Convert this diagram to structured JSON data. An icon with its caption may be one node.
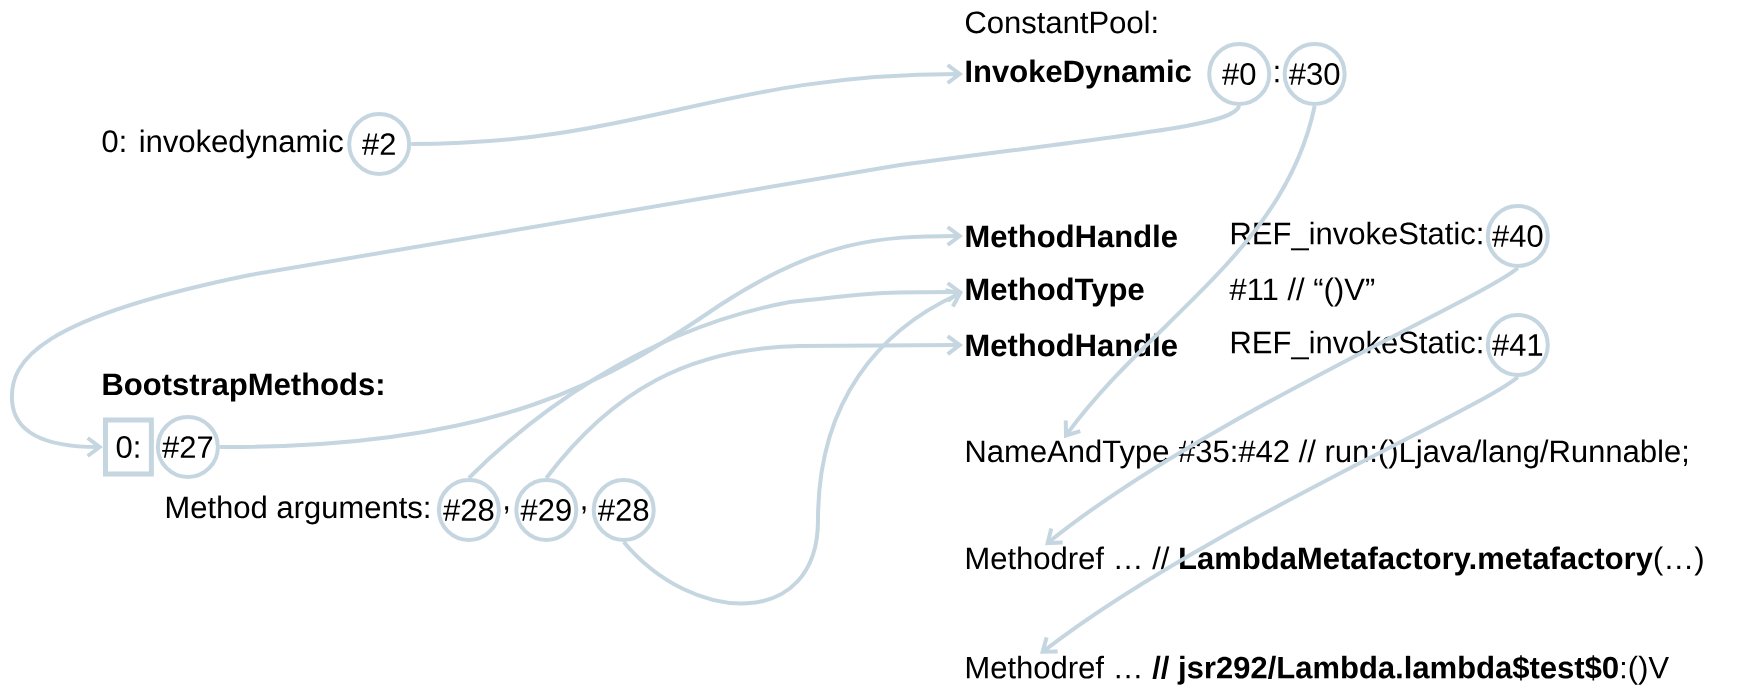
{
  "diagram": {
    "nodes": [
      {
        "text": [
          "InvokeDynamic"
        ]
      },
      {
        "text": [
          "#2"
        ]
      },
      {
        "text": [
          "#0"
        ]
      },
      {
        "text": [
          "#30"
        ]
      },
      {
        "text": [
          "MethodHandle"
        ]
      },
      {
        "text": [
          "MethodType"
        ]
      },
      {
        "text": [
          "MethodHandle"
        ]
      },
      {
        "text": [
          "#40"
        ]
      },
      {
        "text": [
          "#41"
        ]
      },
      {
        "text": [
          "0:"
        ]
      },
      {
        "text": [
          "#27"
        ]
      },
      {
        "text": [
          "#28"
        ]
      },
      {
        "text": [
          "#29"
        ]
      },
      {
        "text": [
          "#28"
        ]
      },
      {
        "text": [
          "NameAndType #35:#42 // run:()Ljava/lang/Runnable;"
        ]
      },
      {
        "text": [
          "Methodref … // **LambdaMetafactory.metafactory**(…)"
        ]
      },
      {
        "text": [
          "Methodref … **// jsr292/Lambda.lambda$test$0**:()V"
        ]
      }
    ],
    "edges": [
      {
        "from": 1,
        "to": 0,
        "arrow": "to"
      },
      {
        "from": 2,
        "to": 9,
        "arrow": "to"
      },
      {
        "from": 3,
        "to": 14,
        "arrow": "to"
      },
      {
        "from": 10,
        "to": 4,
        "arrow": "to"
      },
      {
        "from": 11,
        "to": 5,
        "arrow": "to"
      },
      {
        "from": 12,
        "to": 6,
        "arrow": "to"
      },
      {
        "from": 13,
        "to": 5,
        "arrow": "to"
      },
      {
        "from": 7,
        "to": 15,
        "arrow": "to"
      },
      {
        "from": 8,
        "to": 16,
        "arrow": "to"
      }
    ],
    "labels": [
      "ConstantPool:",
      "0: invokedynamic",
      ":",
      "REF_invokeStatic:",
      "#11 // “()V”",
      "REF_invokeStatic:",
      "BootstrapMethods:",
      "Method arguments:",
      ",",
      ","
    ]
  }
}
